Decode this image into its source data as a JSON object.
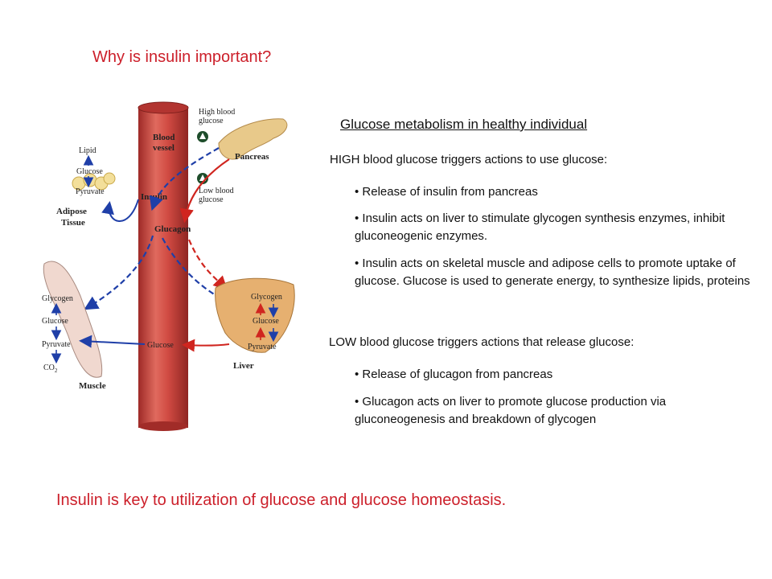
{
  "title": "Why is insulin important?",
  "heading": "Glucose metabolism in healthy individual",
  "high_section": {
    "title": "HIGH blood glucose triggers actions to use glucose:",
    "bullets": [
      "•  Release of insulin from pancreas",
      "•  Insulin acts on liver to stimulate  glycogen synthesis enzymes, inhibit gluconeogenic enzymes.",
      "•  Insulin acts on skeletal muscle and adipose cells to promote uptake of glucose.  Glucose is used to generate energy, to synthesize lipids, proteins"
    ]
  },
  "low_section": {
    "title": "LOW blood glucose triggers actions that release glucose:",
    "bullets": [
      "•  Release of glucagon from pancreas",
      "•  Glucagon acts on liver to promote glucose production via gluconeogenesis and breakdown of glycogen"
    ]
  },
  "conclusion": "Insulin is key to utilization of glucose and glucose homeostasis.",
  "diagram": {
    "labels": {
      "high_blood_glucose_1": "High blood",
      "high_blood_glucose_2": "glucose",
      "low_blood_glucose_1": "Low blood",
      "low_blood_glucose_2": "glucose",
      "blood_vessel_1": "Blood",
      "blood_vessel_2": "vessel",
      "pancreas": "Pancreas",
      "insulin": "Insulin",
      "glucagon": "Glucagon",
      "lipid": "Lipid",
      "adipose_glucose": "Glucose",
      "adipose_pyruvate": "Pyruvate",
      "adipose_1": "Adipose",
      "adipose_2": "Tissue",
      "muscle_glycogen": "Glycogen",
      "muscle_glucose": "Glucose",
      "muscle_pyruvate": "Pyruvate",
      "co2": "CO",
      "co2_sub": "2",
      "muscle": "Muscle",
      "vessel_glucose": "Glucose",
      "liver_glycogen": "Glycogen",
      "liver_glucose": "Glucose",
      "liver_pyruvate": "Pyruvate",
      "liver": "Liver"
    },
    "colors": {
      "insulin_path": "#1f3fa8",
      "glucagon_path": "#d0251f",
      "vessel": "#c8433f",
      "pancreas": "#e8c98a",
      "liver": "#e6b070"
    }
  }
}
